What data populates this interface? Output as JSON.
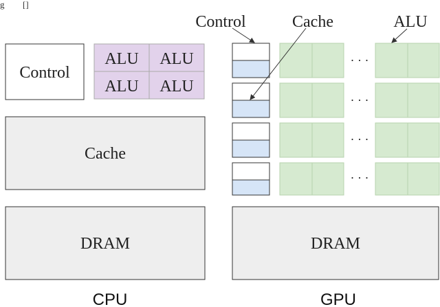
{
  "header": {
    "partial": "g",
    "figref": "[]"
  },
  "colors": {
    "alu_cpu": "#e2d2eb",
    "alu_gpu": "#d6ead0",
    "cache_gpu": "#d6e5f7",
    "block_gray": "#eeeeee",
    "stroke": "#333333",
    "white": "#ffffff"
  },
  "cpu": {
    "label": "CPU",
    "control": "Control",
    "alus": [
      "ALU",
      "ALU",
      "ALU",
      "ALU"
    ],
    "cache": "Cache",
    "dram": "DRAM"
  },
  "gpu": {
    "label": "GPU",
    "annotations": {
      "control": "Control",
      "cache": "Cache",
      "alu": "ALU"
    },
    "rows": [
      {
        "ellipsis": "· · ·"
      },
      {
        "ellipsis": "· · ·"
      },
      {
        "ellipsis": "· · ·"
      },
      {
        "ellipsis": "· · ·"
      }
    ],
    "dram": "DRAM"
  }
}
